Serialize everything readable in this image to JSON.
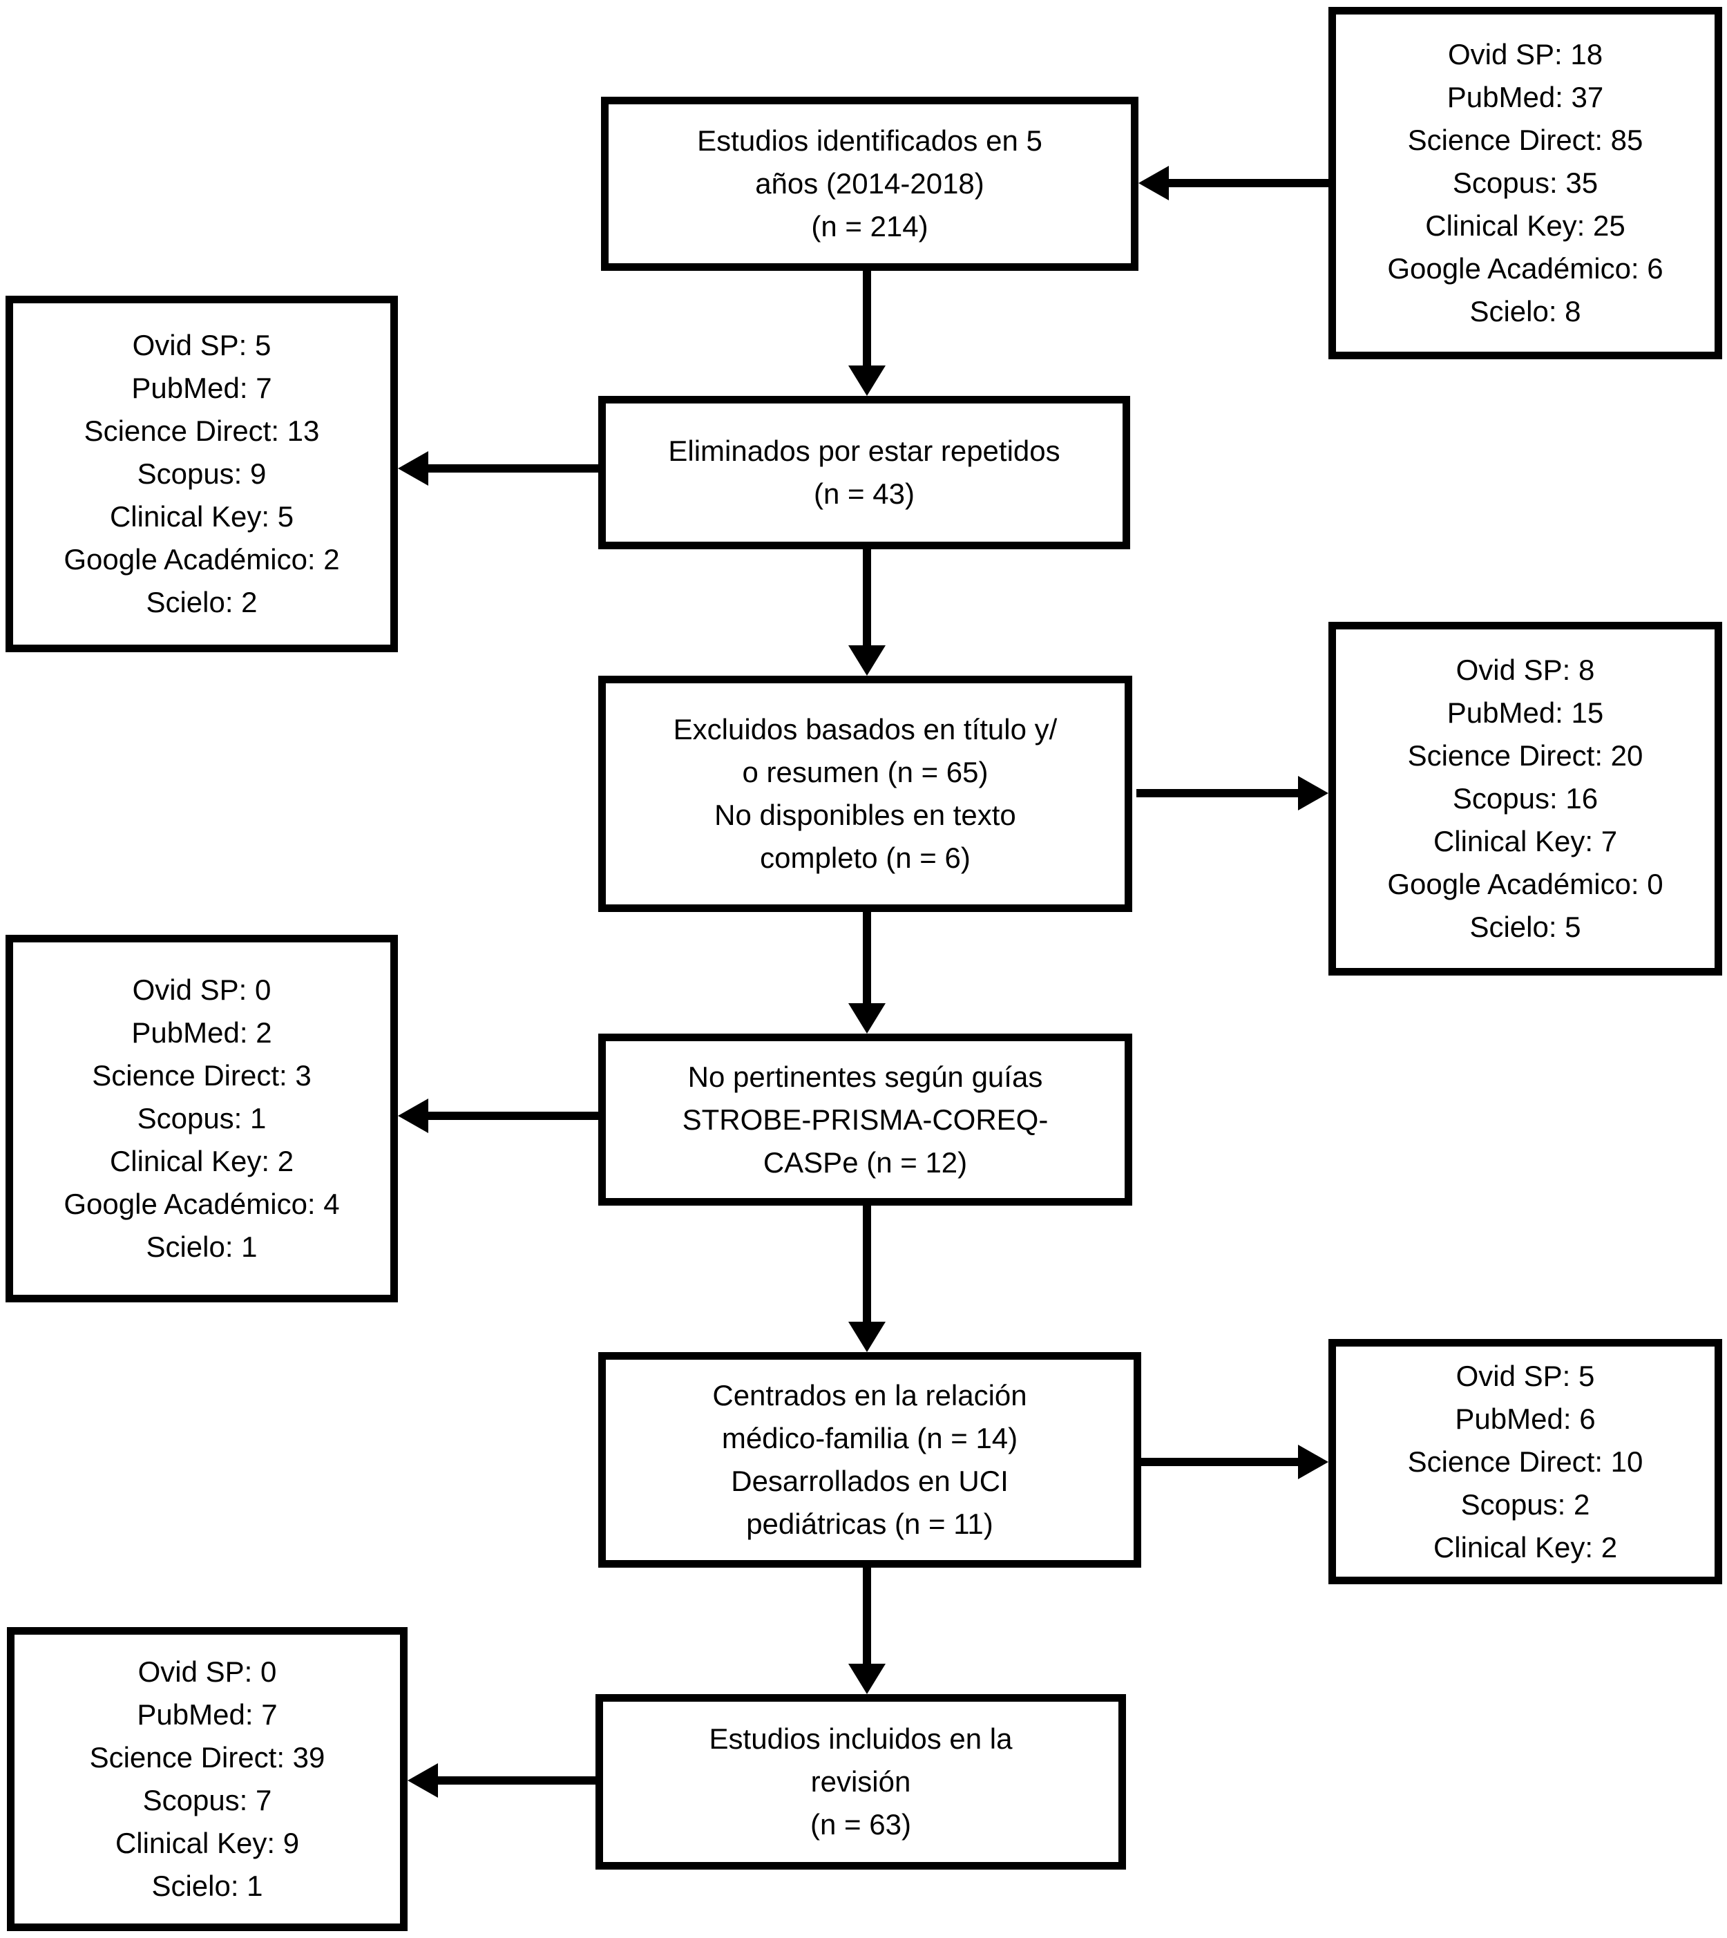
{
  "figure": {
    "type": "flowchart",
    "description": "Diagrama de flujo de selección de estudios (estilo PRISMA)",
    "language": "es",
    "colors": {
      "background": "#ffffff",
      "line": "#000000",
      "text": "#000000",
      "box_fill": "#ffffff"
    }
  },
  "boxes": {
    "identified": {
      "text": "Estudios identificados en 5\naños (2014-2018)\n(n = 214)",
      "n": 214,
      "years": "2014-2018"
    },
    "duplicates_removed": {
      "text": "Eliminados por estar repetidos\n(n = 43)",
      "n": 43
    },
    "excluded_title_abstract": {
      "text": "Excluidos basados en título y/\no resumen (n = 65)\nNo disponibles en texto\ncompleto (n = 6)",
      "n_excluded_title_or_abstract": 65,
      "n_no_full_text": 6
    },
    "not_pertinent": {
      "text": "No pertinentes según guías\nSTROBE-PRISMA-COREQ-\nCASPe (n = 12)",
      "n": 12
    },
    "focused": {
      "text": "Centrados en la relación\nmédico-familia (n = 14)\nDesarrollados en UCI\npediátricas (n = 11)",
      "n_medico_familia": 14,
      "n_uci_pediatricas": 11
    },
    "included": {
      "text": "Estudios incluidos en la\nrevisión\n(n = 63)",
      "n": 63
    }
  },
  "source_boxes": {
    "identified_sources": {
      "entries": [
        {
          "label": "Ovid SP",
          "value": 18
        },
        {
          "label": "PubMed",
          "value": 37
        },
        {
          "label": "Science Direct",
          "value": 85
        },
        {
          "label": "Scopus",
          "value": 35
        },
        {
          "label": "Clinical Key",
          "value": 25
        },
        {
          "label": "Google Académico",
          "value": 6
        },
        {
          "label": "Scielo",
          "value": 8
        }
      ]
    },
    "duplicates_sources": {
      "entries": [
        {
          "label": "Ovid SP",
          "value": 5
        },
        {
          "label": "PubMed",
          "value": 7
        },
        {
          "label": "Science Direct",
          "value": 13
        },
        {
          "label": "Scopus",
          "value": 9
        },
        {
          "label": "Clinical Key",
          "value": 5
        },
        {
          "label": "Google Académico",
          "value": 2
        },
        {
          "label": "Scielo",
          "value": 2
        }
      ]
    },
    "excluded_sources": {
      "entries": [
        {
          "label": "Ovid SP",
          "value": 8
        },
        {
          "label": "PubMed",
          "value": 15
        },
        {
          "label": "Science Direct",
          "value": 20
        },
        {
          "label": "Scopus",
          "value": 16
        },
        {
          "label": "Clinical Key",
          "value": 7
        },
        {
          "label": "Google Académico",
          "value": 0
        },
        {
          "label": "Scielo",
          "value": 5
        }
      ]
    },
    "not_pertinent_sources": {
      "entries": [
        {
          "label": "Ovid SP",
          "value": 0
        },
        {
          "label": "PubMed",
          "value": 2
        },
        {
          "label": "Science Direct",
          "value": 3
        },
        {
          "label": "Scopus",
          "value": 1
        },
        {
          "label": "Clinical Key",
          "value": 2
        },
        {
          "label": "Google Académico",
          "value": 4
        },
        {
          "label": "Scielo",
          "value": 1
        }
      ]
    },
    "focused_sources": {
      "entries": [
        {
          "label": "Ovid SP",
          "value": 5
        },
        {
          "label": "PubMed",
          "value": 6
        },
        {
          "label": "Science Direct",
          "value": 10
        },
        {
          "label": "Scopus",
          "value": 2
        },
        {
          "label": "Clinical Key",
          "value": 2
        }
      ]
    },
    "included_sources": {
      "entries": [
        {
          "label": "Ovid SP",
          "value": 0
        },
        {
          "label": "PubMed",
          "value": 7
        },
        {
          "label": "Science Direct",
          "value": 39
        },
        {
          "label": "Scopus",
          "value": 7
        },
        {
          "label": "Clinical Key",
          "value": 9
        },
        {
          "label": "Scielo",
          "value": 1
        }
      ]
    }
  }
}
